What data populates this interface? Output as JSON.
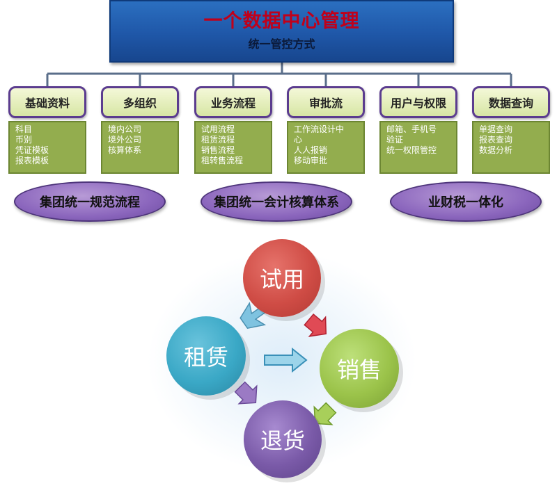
{
  "title": {
    "main": "一个数据中心管理",
    "sub": "统一管控方式"
  },
  "categories": [
    {
      "head": "基础资料",
      "items": [
        "科目",
        "币别",
        "凭证模板",
        "报表模板"
      ]
    },
    {
      "head": "多组织",
      "items": [
        "境内公司",
        "境外公司",
        "核算体系"
      ]
    },
    {
      "head": "业务流程",
      "items": [
        "试用流程",
        "租赁流程",
        "销售流程",
        "租转售流程"
      ]
    },
    {
      "head": "审批流",
      "items": [
        "工作流设计中",
        "心",
        "人人报销",
        "移动审批"
      ]
    },
    {
      "head": "用户与权限",
      "items": [
        "邮箱、手机号",
        "验证",
        "统一权限管控"
      ]
    },
    {
      "head": "数据查询",
      "items": [
        "单据查询",
        "报表查询",
        "数据分析"
      ]
    }
  ],
  "ovals": [
    "集团统一规范流程",
    "集团统一会计核算体系",
    "业财税一体化"
  ],
  "cycle": {
    "top": "试用",
    "left": "租赁",
    "right": "销售",
    "bottom": "退货"
  },
  "colors": {
    "title_bg": "#1f57a8",
    "title_text": "#c0001a",
    "green": "#93ad4e",
    "purple": "#8b66bd",
    "red_circle": "#d0504a",
    "blue_circle": "#3aa8c6",
    "green_circle": "#9bc34a",
    "purple_circle": "#7a5aa8"
  }
}
